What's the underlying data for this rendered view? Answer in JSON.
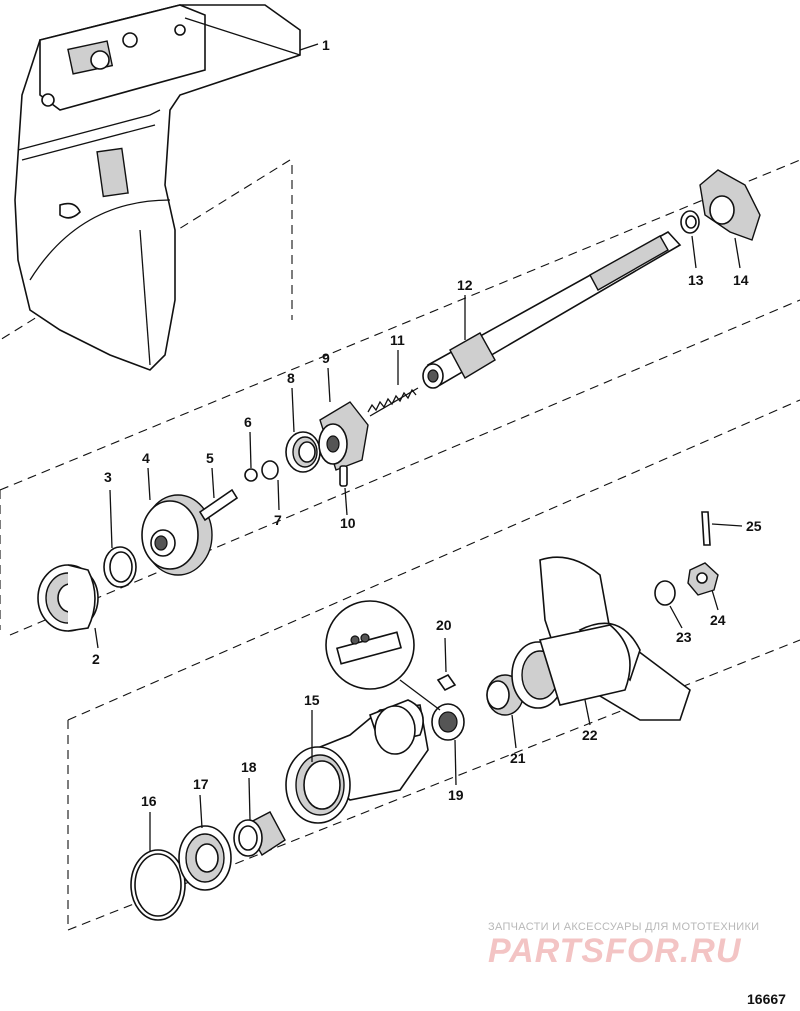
{
  "diagram": {
    "labels": [
      "1",
      "2",
      "3",
      "4",
      "5",
      "6",
      "7",
      "8",
      "9",
      "10",
      "11",
      "12",
      "13",
      "14",
      "15",
      "16",
      "17",
      "18",
      "19",
      "20",
      "21",
      "22",
      "23",
      "24",
      "25"
    ],
    "watermark_caption": "ЗАПЧАСТИ И АКСЕССУАРЫ ДЛЯ МОТОТЕХНИКИ",
    "watermark_brand": "PARTSFOR.RU",
    "drawing_number": "16667"
  }
}
